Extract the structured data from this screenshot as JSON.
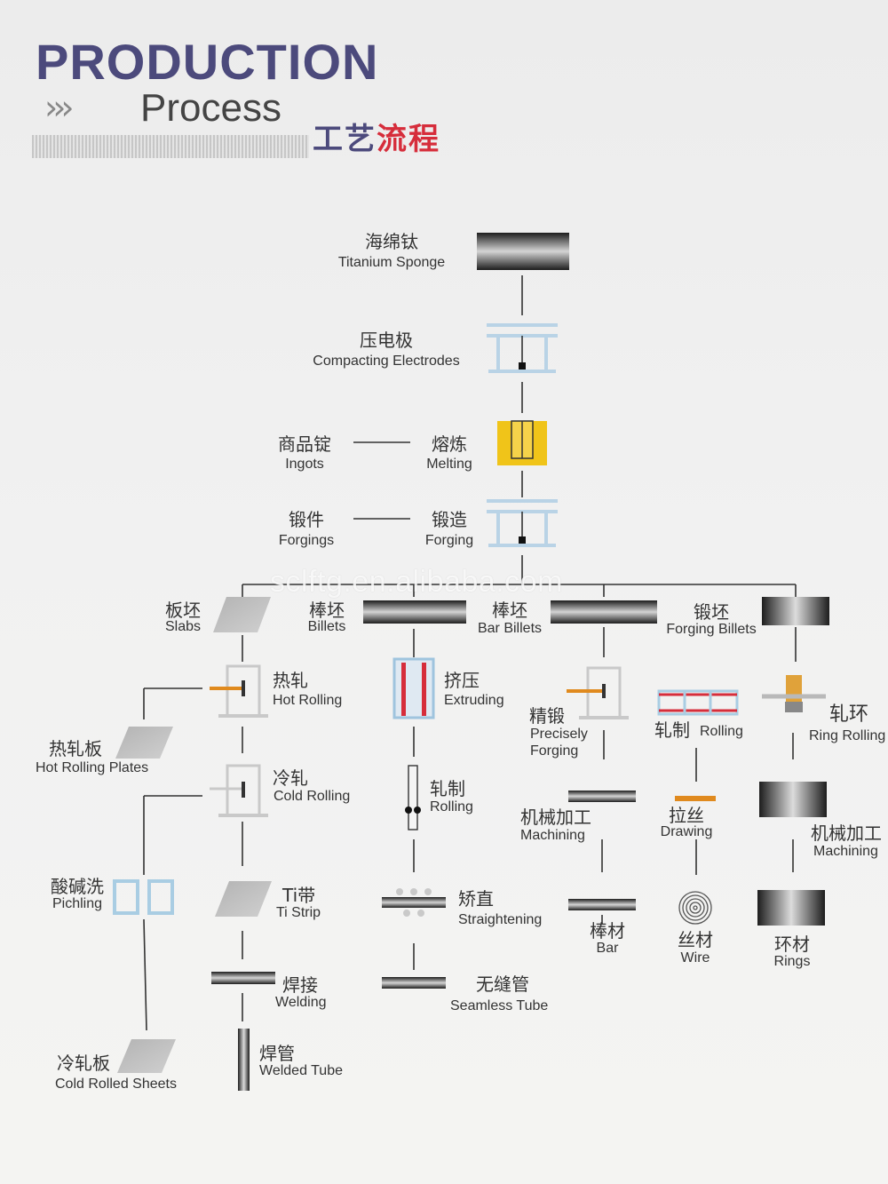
{
  "header": {
    "title": "PRODUCTION",
    "subtitle": "Process",
    "title_zh_part1": "工艺",
    "title_zh_part2": "流程"
  },
  "watermark": "sclftg.en.alibaba.com",
  "colors": {
    "brand": "#4c4a7c",
    "accent": "#d62d3b",
    "line": "#333333"
  },
  "nodes": {
    "titanium_sponge": {
      "zh": "海绵钛",
      "en": "Titanium  Sponge"
    },
    "compacting_electrodes": {
      "zh": "压电极",
      "en": "Compacting Electrodes"
    },
    "ingots": {
      "zh": "商品锭",
      "en": "Ingots"
    },
    "melting": {
      "zh": "熔炼",
      "en": "Melting"
    },
    "forgings": {
      "zh": "锻件",
      "en": "Forgings"
    },
    "forging": {
      "zh": "锻造",
      "en": "Forging"
    },
    "slabs": {
      "zh": "板坯",
      "en": "Slabs"
    },
    "billets": {
      "zh": "棒坯",
      "en": "Billets"
    },
    "bar_billets": {
      "zh": "棒坯",
      "en": "Bar Billets"
    },
    "forging_billets": {
      "zh": "锻坯",
      "en": "Forging Billets"
    },
    "hot_rolling": {
      "zh": "热轧",
      "en": "Hot Rolling"
    },
    "hot_rolling_plates": {
      "zh": "热轧板",
      "en": "Hot Rolling Plates"
    },
    "cold_rolling": {
      "zh": "冷轧",
      "en": "Cold Rolling"
    },
    "pichling": {
      "zh": "酸碱洗",
      "en": "Pichling"
    },
    "ti_strip": {
      "zh": "Ti带",
      "en": "Ti Strip"
    },
    "welding": {
      "zh": "焊接",
      "en": "Welding"
    },
    "welded_tube": {
      "zh": "焊管",
      "en": "Welded Tube"
    },
    "cold_rolled_sheets": {
      "zh": "冷轧板",
      "en": "Cold Rolled Sheets"
    },
    "extruding": {
      "zh": "挤压",
      "en": "Extruding"
    },
    "rolling": {
      "zh": "轧制",
      "en": "Rolling"
    },
    "straightening": {
      "zh": "矫直",
      "en": "Straightening"
    },
    "seamless_tube": {
      "zh": "无缝管",
      "en": "Seamless Tube"
    },
    "precisely_forging": {
      "zh": "精锻",
      "en1": "Precisely",
      "en2": "Forging"
    },
    "machining_bar": {
      "zh": "机械加工",
      "en": "Machining"
    },
    "bar": {
      "zh": "棒材",
      "en": "Bar"
    },
    "wire_rolling": {
      "zh": "轧制",
      "en": "Rolling"
    },
    "drawing": {
      "zh": "拉丝",
      "en": "Drawing"
    },
    "wire": {
      "zh": "丝材",
      "en": "Wire"
    },
    "ring_rolling": {
      "zh": "轧环",
      "en": "Ring Rolling"
    },
    "machining_ring": {
      "zh": "机械加工",
      "en": "Machining"
    },
    "rings": {
      "zh": "环材",
      "en": "Rings"
    }
  }
}
